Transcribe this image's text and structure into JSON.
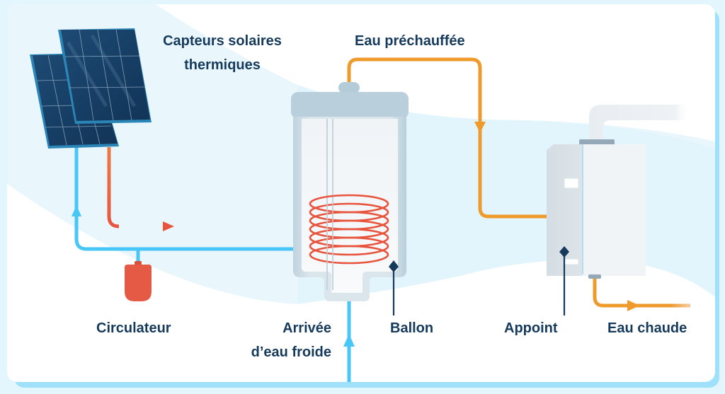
{
  "diagram": {
    "labels": {
      "solar_collectors": [
        "Capteurs solaires",
        "thermiques"
      ],
      "preheated_water": "Eau préchauffée",
      "circulator": "Circulateur",
      "cold_water_inlet": [
        "Arrivée",
        "d’eau froide"
      ],
      "tank": "Ballon",
      "backup_heater": "Appoint",
      "hot_water": "Eau chaude"
    },
    "colors": {
      "background": "#e3f6fd",
      "card": "#ffffff",
      "card_shadow": "#9fe1fb",
      "cold_pipe": "#47c6f7",
      "hot_pipe_start": "#e8553f",
      "hot_pipe_end": "#f0a038",
      "preheated_pipe": "#ee9b2c",
      "panel_dark": "#163d63",
      "panel_frame": "#2b86b8",
      "tank_body": "#c4d6e0",
      "coil": "#e8553f",
      "circulator_pump": "#e55a45",
      "label_text": "#163a5c",
      "pointer": "#163a5c"
    }
  }
}
